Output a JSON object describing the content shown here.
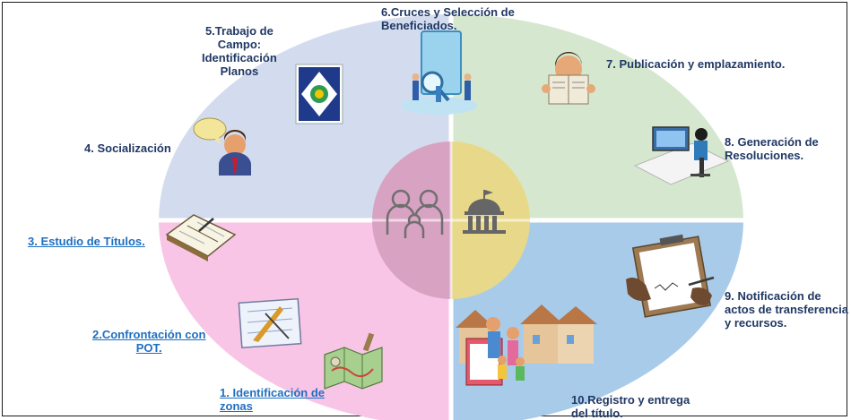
{
  "colors": {
    "q_top_left": "#d3dcef",
    "q_top_right": "#d6e7cf",
    "q_bottom_left": "#f9c5e6",
    "q_bottom_right": "#a8cbea",
    "center_left": "#d8a2c2",
    "center_right": "#e8d98a",
    "label_text": "#203864",
    "link_text": "#1f6fc1"
  },
  "steps": [
    {
      "id": "1",
      "label": "1. Identificación de\nzonas",
      "link": true,
      "icon": "map-icon"
    },
    {
      "id": "2",
      "label": "2.Confrontación con\nPOT.",
      "link": true,
      "icon": "blueprint-tools-icon"
    },
    {
      "id": "3",
      "label": "3. Estudio de Títulos.",
      "link": true,
      "icon": "open-book-icon"
    },
    {
      "id": "4",
      "label": "4. Socialización",
      "link": false,
      "icon": "speaker-person-icon"
    },
    {
      "id": "5",
      "label": "5.Trabajo de\nCampo:\nIdentificación\nPlanos",
      "link": false,
      "icon": "bogota-logo-icon"
    },
    {
      "id": "6",
      "label": "6.Cruces y Selección de\nBeneficiados.",
      "link": false,
      "icon": "magnifier-team-icon"
    },
    {
      "id": "7",
      "label": "7. Publicación y emplazamiento.",
      "link": false,
      "icon": "newspaper-reader-icon"
    },
    {
      "id": "8",
      "label": "8. Generación de\nResoluciones.",
      "link": false,
      "icon": "computer-worker-icon"
    },
    {
      "id": "9",
      "label": "9. Notificación de\nactos de transferencia\ny recursos.",
      "link": false,
      "icon": "clipboard-signing-icon"
    },
    {
      "id": "10",
      "label": "10.Registro y entrega\ndel título.",
      "link": false,
      "icon": "family-houses-icon"
    }
  ],
  "center_icons": [
    "family-icon",
    "government-building-icon"
  ]
}
